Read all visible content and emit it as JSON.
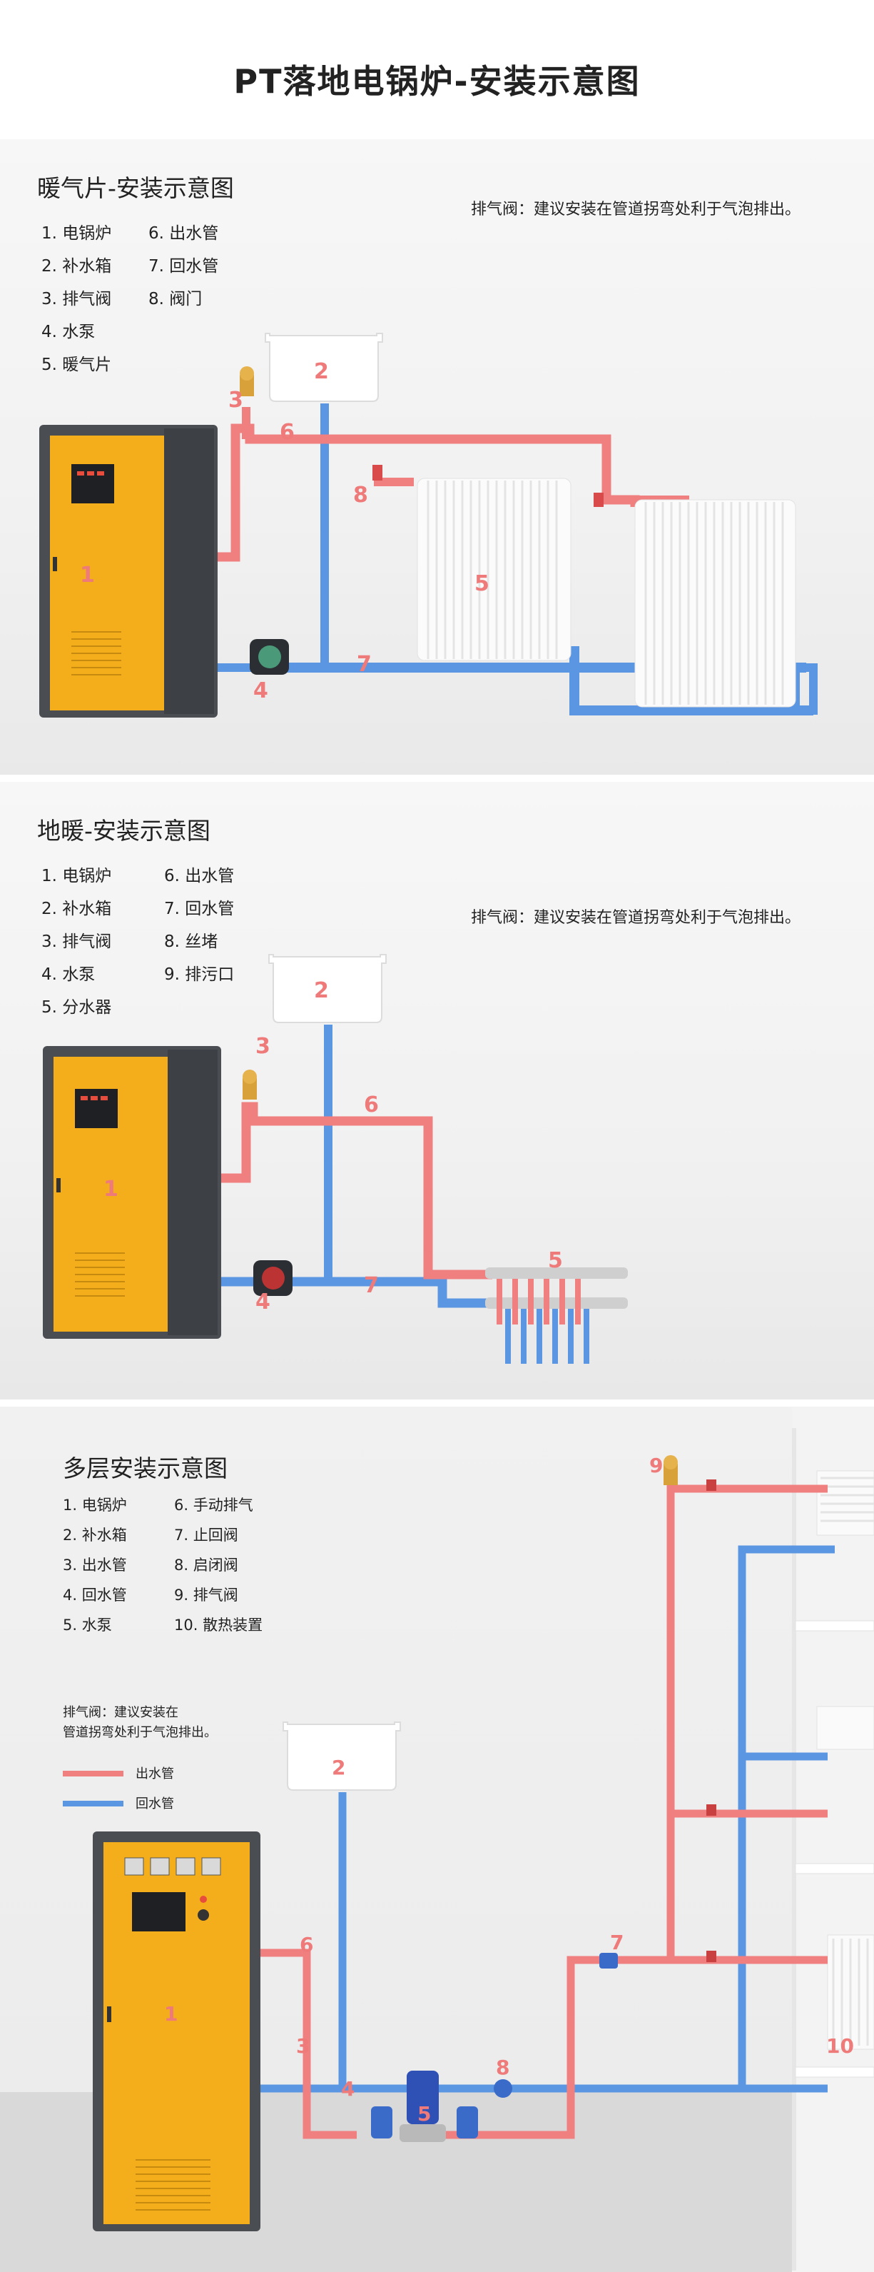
{
  "page_title": "PT落地电锅炉-安装示意图",
  "section1": {
    "title": "暖气片-安装示意图",
    "legend": [
      "1. 电锅炉",
      "2. 补水箱",
      "3. 排气阀",
      "4. 水泵",
      "5. 暖气片",
      "6. 出水管",
      "7. 回水管",
      "8. 阀门"
    ],
    "note": "排气阀：建议安装在管道拐弯处利于气泡排出。",
    "tags": [
      "1",
      "2",
      "3",
      "4",
      "5",
      "6",
      "7",
      "8"
    ]
  },
  "section2": {
    "title": "地暖-安装示意图",
    "legend": [
      "1. 电锅炉",
      "2. 补水箱",
      "3. 排气阀",
      "4. 水泵",
      "5. 分水器",
      "6. 出水管",
      "7. 回水管",
      "8. 丝堵",
      "9. 排污口"
    ],
    "note": "排气阀：建议安装在管道拐弯处利于气泡排出。",
    "tags": [
      "1",
      "2",
      "3",
      "4",
      "5",
      "6",
      "7"
    ]
  },
  "section3": {
    "title": "多层安装示意图",
    "legend": [
      "1. 电锅炉",
      "2. 补水箱",
      "3. 出水管",
      "4. 回水管",
      "5. 水泵",
      "6. 手动排气",
      "7. 止回阀",
      "8. 启闭阀",
      "9. 排气阀",
      "10. 散热装置"
    ],
    "note_line1": "排气阀：建议安装在",
    "note_line2": "管道拐弯处利于气泡排出。",
    "pipe_out": "出水管",
    "pipe_return": "回水管",
    "tags": [
      "1",
      "2",
      "3",
      "4",
      "5",
      "6",
      "7",
      "8",
      "9",
      "10"
    ]
  },
  "colors": {
    "hot": "#f07f7f",
    "cold": "#5b96e3",
    "boiler_body": "#f4ae1c",
    "boiler_frame": "#4a4d52"
  }
}
